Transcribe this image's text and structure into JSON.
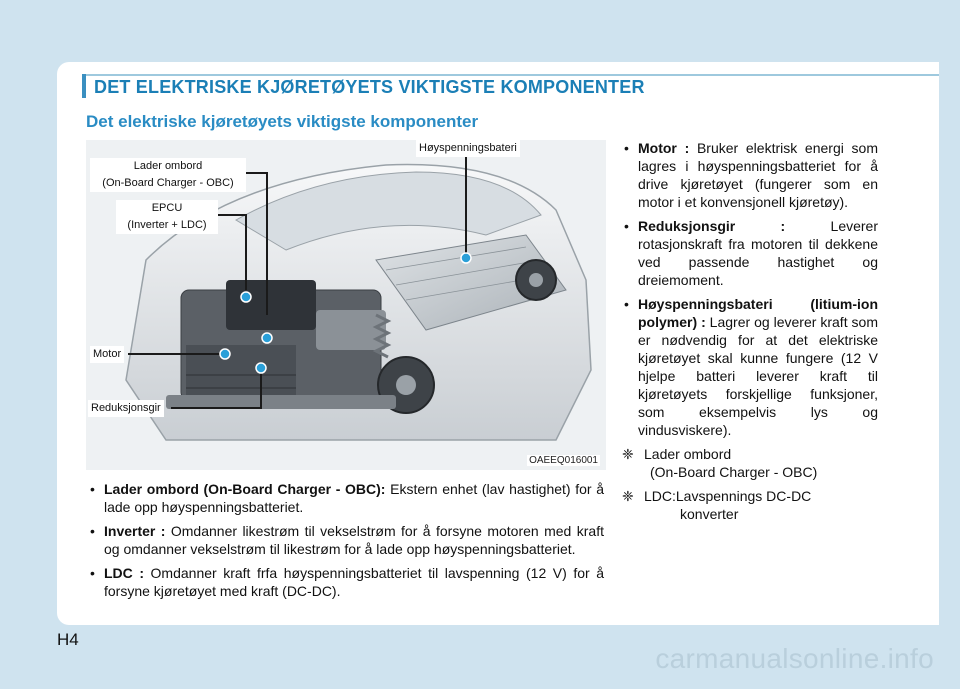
{
  "section_title": "DET ELEKTRISKE KJØRETØYETS VIKTIGSTE KOMPONENTER",
  "subtitle": "Det elektriske kjøretøyets viktigste komponenter",
  "figure": {
    "callouts": {
      "obc_line1": "Lader ombord",
      "obc_line2": "(On-Board Charger - OBC)",
      "epcu_line1": "EPCU",
      "epcu_line2": "(Inverter + LDC)",
      "battery": "Høyspenningsbateri",
      "motor": "Motor",
      "reducer": "Reduksjonsgir"
    },
    "code": "OAEEQ016001"
  },
  "left_list": [
    {
      "term": "Lader ombord (On-Board Charger - OBC):",
      "text": " Ekstern enhet (lav hastighet) for å lade opp høyspenningsbatteriet."
    },
    {
      "term": "Inverter :",
      "text": " Omdanner likestrøm til vekselstrøm for å forsyne motoren med kraft og omdanner vekselstrøm til likestrøm for å lade opp høyspenningsbatteriet."
    },
    {
      "term": "LDC :",
      "text": " Omdanner kraft frfa høyspenningsbatteriet til lavspenning (12 V) for å forsyne kjøretøyet med kraft (DC-DC)."
    }
  ],
  "right_list": [
    {
      "term": "Motor :",
      "text": " Bruker elektrisk energi som lagres i høyspenningsbatteriet for å drive kjøretøyet (fungerer som en motor i et konvensjonell kjøretøy)."
    },
    {
      "term": "Reduksjonsgir :",
      "text": " Leverer rotasjonskraft fra motoren til dekkene ved passende hastighet og dreiemoment."
    },
    {
      "term": "Høyspenningsbateri (litium-ion polymer) :",
      "text": " Lagrer og leverer kraft som er nødvendig for at det elektriske kjøretøyet skal kunne fungere (12 V hjelpe batteri leverer kraft til kjøretøyets forskjellige funksjoner, som eksempelvis lys og vindusviskere)."
    }
  ],
  "notes": [
    {
      "symbol": "❈",
      "line1": "Lader ombord",
      "line2": "(On-Board Charger - OBC)"
    },
    {
      "symbol": "❈",
      "line1": "LDC:Lavspennings DC-DC",
      "line2": "konverter"
    }
  ],
  "page_number": "H4",
  "watermark": "carmanualsonline.info",
  "colors": {
    "accent": "#1b7fb6",
    "subtitle": "#2a8cc4",
    "background": "#cfe3ef",
    "marker": "#2a9fd8"
  }
}
